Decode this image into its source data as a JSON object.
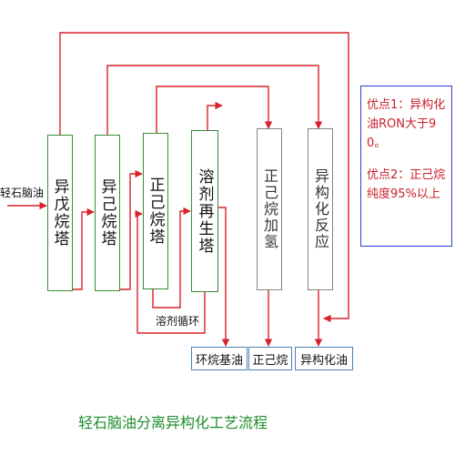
{
  "feed": {
    "label": "轻石脑油"
  },
  "towers": [
    {
      "label": "异戊烷塔"
    },
    {
      "label": "异己烷塔"
    },
    {
      "label": "正己烷塔"
    },
    {
      "label": "溶剂再生塔"
    }
  ],
  "units": [
    {
      "label": "正己烷加氢"
    },
    {
      "label": "异构化反应"
    }
  ],
  "products": [
    {
      "label": "环烷基油"
    },
    {
      "label": "正己烷"
    },
    {
      "label": "异构化油"
    }
  ],
  "solvent_loop": {
    "label": "溶剂循环"
  },
  "advantages": [
    {
      "text": "优点1：异构化油RON大于90。"
    },
    {
      "text": "优点2：正己烷纯度95%以上"
    }
  ],
  "title": "轻石脑油分离异构化工艺流程",
  "colors": {
    "flow_line": "#d8212a",
    "box_border": "#3a8a3a",
    "product_border": "#4a7fb3",
    "advantage_text": "#c8202a",
    "title": "#1c8c2a"
  }
}
